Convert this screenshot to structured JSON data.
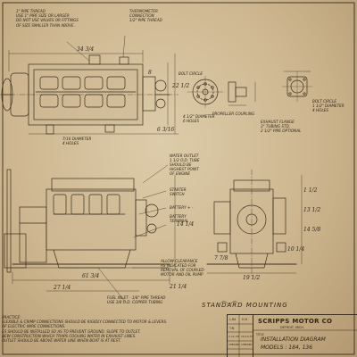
{
  "notes_top": [
    "1\" PIPE THREAD",
    "USE 1\" PIPE SIZE OR LARGER",
    "DO NOT USE VALVES OR FITTINGS",
    "OF SIZE SMALLER THAN ABOVE."
  ],
  "thermometer": [
    "THERMOMETER",
    "CONNECTION",
    "1/2\" PIPE THREAD"
  ],
  "propeller_coupling": {
    "bolt_circle": "BOLT CIRCLE",
    "diameter": "4 1/2\" DIAMETER",
    "holes": "6 HOLES",
    "label": "PROPELLER COUPLING"
  },
  "exhaust_flange": {
    "bolt_circle": "BOLT CIRCLE",
    "diameter": "1 1/2\" DIAMETER",
    "holes": "4 HOLES",
    "label": [
      "EXHAUST FLANGE",
      "3\" TUBING STD.",
      "2 1/2\" PIPE OPTIONAL"
    ]
  },
  "mount_holes": [
    "7/16 DIAMETER",
    "4 HOLES"
  ],
  "water_outlet": [
    "WATER OUTLET",
    "1 1/2 O.D. TUBE",
    "SHOULD BE",
    "HIGHEST POINT",
    "OF ENGINE"
  ],
  "starter_switch": [
    "STARTER",
    "SWITCH"
  ],
  "battery_plus": "BATTERY + -",
  "battery_terminal": [
    "BATTERY",
    "TERMINAL"
  ],
  "clearance": [
    "ALLOW CLEARANCE",
    "AS INDICATED FOR",
    "REMOVAL OF COUPLED",
    "MOTOR AND OIL PUMP"
  ],
  "fuel_inlet": [
    "FUEL INLET - 1/8\" PIPE THREAD",
    "USE 3/8 O.D. COPPER TUBING"
  ],
  "caption": "STANDARD MOUNTING",
  "dims": {
    "top_width": "34 3/4",
    "top_a": "22 1/2",
    "top_b": "8",
    "top_c": "6 3/16",
    "side_height": "14 1/4",
    "side_overall": "61 3/4",
    "side_base": "27 1/4",
    "side_right": "21 1/4",
    "front_width": "19 1/2",
    "front_half": "7 7/8",
    "front_low": "10 1/4",
    "v_a": "1 1/2",
    "v_b": "13 1/2",
    "v_c": "14 5/8"
  },
  "practice_notes": [
    "PRACTICE:",
    "FLEXIBLE & CRIMP CONNECTIONS SHOULD BE RIGIDLY CONNECTED TO MOTOR & LEVERS.",
    "OF ELECTRIC WIRE CONNECTIONS.",
    "ES SHOULD BE INSTALLED SO AS TO PREVENT GROUND. SLOPE TO OUTLET.",
    "NEW CONSTRUCTION WHICH TRAPS COOLING WATER IN EXHAUST LINES.",
    "OUTLET SHOULD BE ABOVE WATER LINE WHEN BOAT IS AT REST."
  ],
  "small_table": {
    "rows": [
      [
        "L.84",
        "H.H"
      ],
      [
        "T.N",
        ""
      ],
      [
        "1-11-33",
        "10-13-33"
      ],
      [
        "CHECKED",
        "CHECKED"
      ]
    ]
  },
  "title_block": {
    "company": "SCRIPPS MOTOR CO",
    "city": "DETROIT, MICH.",
    "title_label": "TITLE",
    "title_1": "INSTALLATION DIAGRAM",
    "title_2": "MODELS : 184, 136"
  },
  "colors": {
    "paper": "#d6c39f",
    "ink": "#2f2618"
  }
}
